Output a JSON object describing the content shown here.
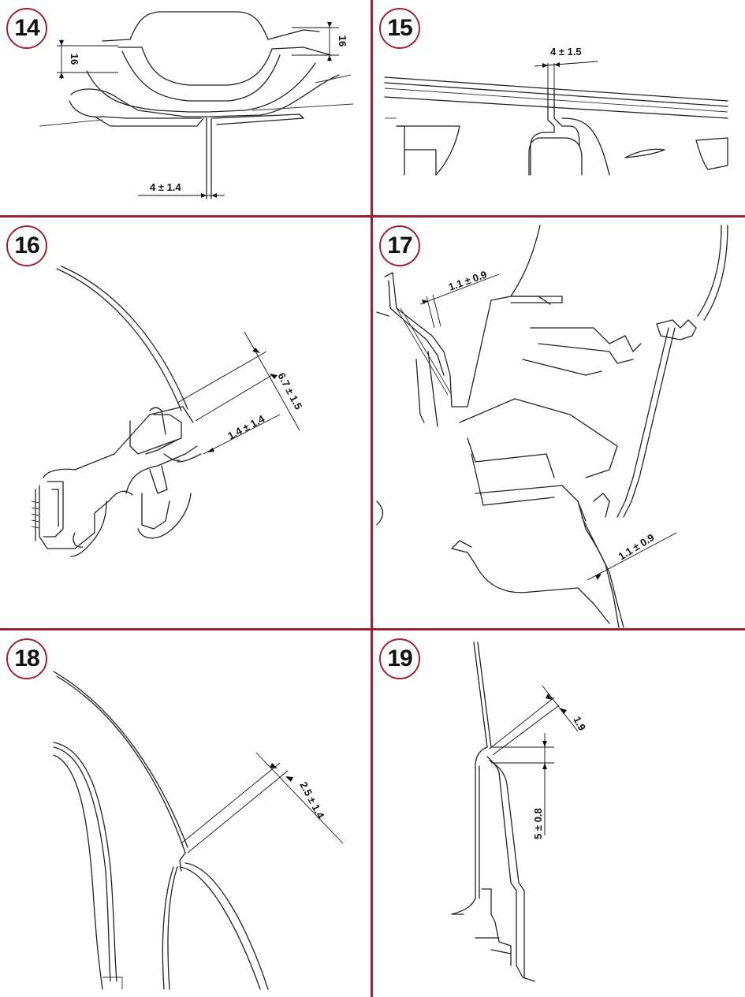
{
  "colors": {
    "accent": "#9b2335",
    "ink": "#111111",
    "background": "#ffffff"
  },
  "panels": [
    {
      "number": "14",
      "dimensions": [
        "16",
        "16",
        "4 ± 1.4"
      ]
    },
    {
      "number": "15",
      "dimensions": [
        "4 ± 1.5"
      ]
    },
    {
      "number": "16",
      "dimensions": [
        "6.7 ± 1.5",
        "1.4 ± 1.4"
      ]
    },
    {
      "number": "17",
      "dimensions": [
        "1.1 ± 0.9",
        "1.1 ± 0.9"
      ]
    },
    {
      "number": "18",
      "dimensions": [
        "2.5 ± 1.4"
      ]
    },
    {
      "number": "19",
      "dimensions": [
        "1.9",
        "5 ± 0.8"
      ]
    }
  ]
}
